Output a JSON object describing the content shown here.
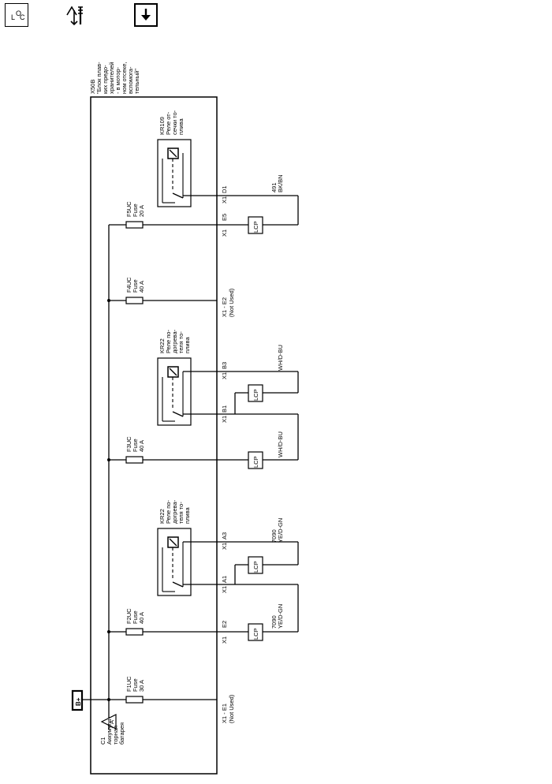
{
  "toolbar": {
    "location_icon": "component-location-icon",
    "service_icon": "service-info-icon",
    "down_icon": "down-arrow-icon"
  },
  "block": {
    "id": "X50B",
    "desc": [
      "\"Блок плав-",
      "ких предо-",
      "хранителей",
      "- в мотор-",
      "ном отсеке,",
      "вспомога-",
      "тельный\""
    ]
  },
  "power": {
    "label": "B+"
  },
  "battery": {
    "connector": "C1",
    "letter": "A",
    "desc": [
      "Аккумуля-",
      "торная",
      "батарея"
    ]
  },
  "fuses": [
    {
      "id": "F1UC",
      "type": "Fuse",
      "rating": "30 A",
      "pin": "X1 - E1",
      "note": "(Not Used)"
    },
    {
      "id": "F2UC",
      "type": "Fuse",
      "rating": "40 A",
      "pin": "X1",
      "pin2": "E2"
    },
    {
      "id": "F3UC",
      "type": "Fuse",
      "rating": "40 A"
    },
    {
      "id": "F4UC",
      "type": "Fuse",
      "rating": "40 A",
      "pin": "X1 - E2",
      "note": "(Not Used)"
    },
    {
      "id": "F5UC",
      "type": "Fuse",
      "rating": "20 A",
      "pin": "X1",
      "pin2": "E5"
    }
  ],
  "relays": [
    {
      "id": "KR22",
      "desc": [
        "Реле по-",
        "догрева-",
        "теля то-",
        "плива"
      ],
      "pin_a": "A3",
      "pin_b": "A1",
      "conn": "X1"
    },
    {
      "id": "KR22",
      "desc": [
        "Реле по-",
        "догрева-",
        "теля то-",
        "плива"
      ],
      "pin_a": "B3",
      "pin_b": "B1",
      "conn": "X1"
    },
    {
      "id": "KR109",
      "desc": [
        "Реле от-",
        "сечки то-",
        "плива"
      ],
      "pin_a": "D1",
      "conn": "X1"
    }
  ],
  "wires": [
    {
      "circuit": "7090",
      "color": "YE/D-GN"
    },
    {
      "circuit": "7090",
      "color": "YE/D-GN"
    },
    {
      "circuit": "",
      "color": "WH/D-BU"
    },
    {
      "circuit": "",
      "color": "WH/D-BU"
    },
    {
      "circuit": "491",
      "color": "BK/BN"
    }
  ],
  "lcp": "LCP"
}
